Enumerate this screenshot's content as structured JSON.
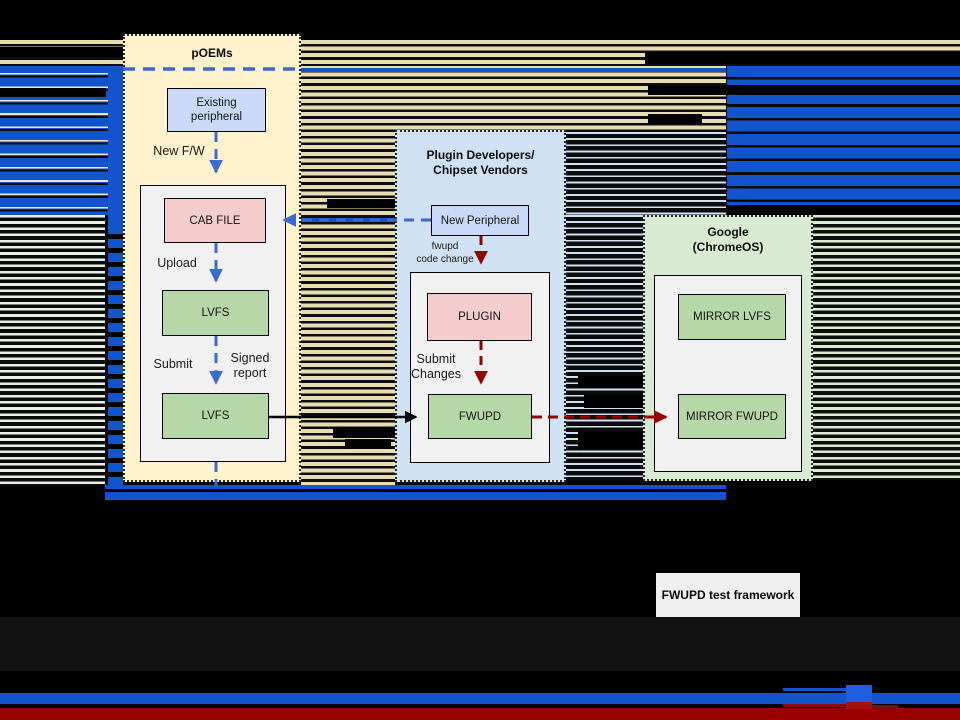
{
  "lanes": {
    "poems": {
      "title": "pOEMs"
    },
    "plugin": {
      "title": "Plugin Developers/\nChipset Vendors"
    },
    "google": {
      "title": "Google\n(ChromeOS)"
    }
  },
  "nodes": {
    "existing_peripheral": "Existing\nperipheral",
    "cab_file": "CAB FILE",
    "lvfs_upper": "LVFS",
    "lvfs_lower": "LVFS",
    "new_peripheral": "New Peripheral",
    "plugin": "PLUGIN",
    "fwupd": "FWUPD",
    "mirror_lvfs": "MIRROR LVFS",
    "mirror_fwupd": "MIRROR FWUPD"
  },
  "edge_labels": {
    "new_fw": "New F/W",
    "upload": "Upload",
    "submit": "Submit",
    "signed_report": "Signed\nreport",
    "fwupd_code_change": "fwupd\ncode change",
    "submit_changes": "Submit\nChanges"
  },
  "footer": {
    "test_framework": "FWUPD test framework"
  },
  "colors": {
    "lane_poems": "#fff2cc",
    "lane_plugin": "#cfe2f3",
    "lane_google": "#d9ead3",
    "node_blue": "#c9daf8",
    "node_pink": "#f4cccc",
    "node_green": "#b6d7a8",
    "container_gray": "#f1f1f1",
    "framework_gray": "#efefef",
    "arrow_blue": "#3b6bd1",
    "arrow_red": "#990000",
    "arrow_black": "#000000",
    "glitch_blue": "#1254cc",
    "glitch_tan": "#e7dcb2",
    "glitch_green": "#dcead3",
    "glitch_lightblue": "#cfe2f3",
    "bottom_bar_blue": "#1254cc",
    "bottom_bar_red": "#990000"
  }
}
